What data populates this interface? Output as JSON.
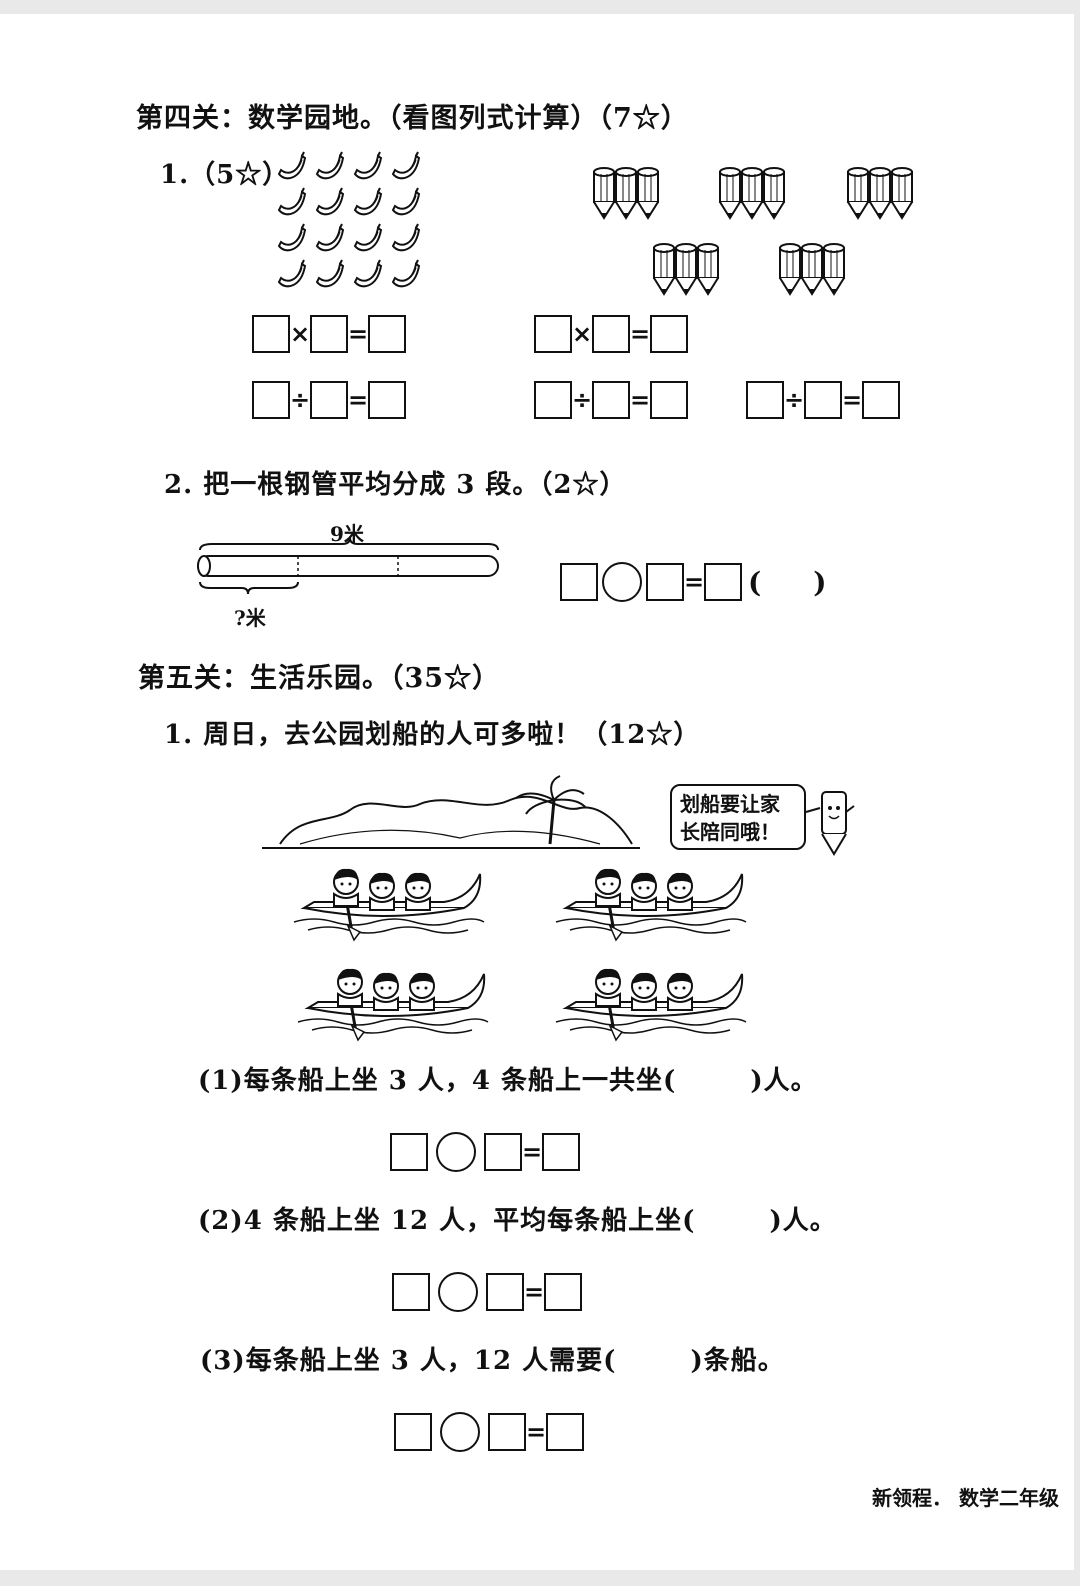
{
  "section4": {
    "title": "第四关：数学园地。（看图列式计算）（7☆）",
    "q1": {
      "label": "1.（5☆）"
    },
    "q2": {
      "label": "2. 把一根钢管平均分成 3 段。（2☆）",
      "length_label": "9米",
      "part_label": "?米"
    },
    "ops": {
      "mul": "×",
      "div": "÷",
      "eq": "="
    }
  },
  "section5": {
    "title": "第五关：生活乐园。（35☆）",
    "q1": {
      "label": "1. 周日，去公园划船的人可多啦！（12☆）",
      "speech": [
        "划船要让家",
        "长陪同哦！"
      ],
      "sub1": {
        "before": "(1)每条船上坐 3 人，4 条船上一共坐(",
        "after": ")人。"
      },
      "sub2": {
        "before": "(2)4 条船上坐 12 人，平均每条船上坐(",
        "after": ")人。"
      },
      "sub3": {
        "before": "(3)每条船上坐 3 人，12 人需要(",
        "after": ")条船。"
      }
    }
  },
  "footer": "新领程． 数学二年级"
}
